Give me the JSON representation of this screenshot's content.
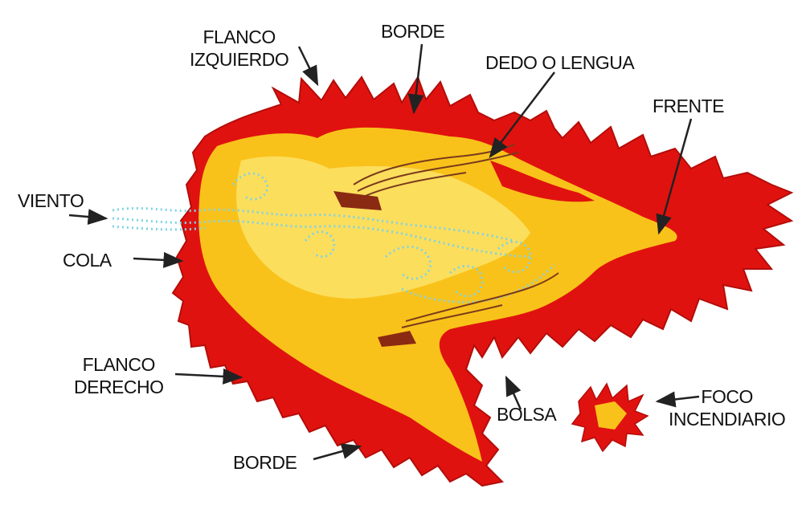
{
  "diagram": {
    "labels": {
      "flanco_izquierdo": [
        "FLANCO",
        "IZQUIERDO"
      ],
      "borde_top": "BORDE",
      "dedo_lengua": "DEDO O LENGUA",
      "frente": "FRENTE",
      "viento": "VIENTO",
      "cola": "COLA",
      "flanco_derecho": [
        "FLANCO",
        "DERECHO"
      ],
      "borde_bottom": "BORDE",
      "bolsa": "BOLSA",
      "foco_incendiario": [
        "FOCO",
        "INCENDIARIO"
      ]
    },
    "colors": {
      "flame_red": "#e0120f",
      "flame_dark": "#b30d0a",
      "interior_yellow": "#f9c21a",
      "interior_light": "#fde36a",
      "wind_dots": "#7fd3e6",
      "smoke_brown": "#7a3b1c",
      "ember": "#8a2a12",
      "arrow": "#222222"
    }
  }
}
